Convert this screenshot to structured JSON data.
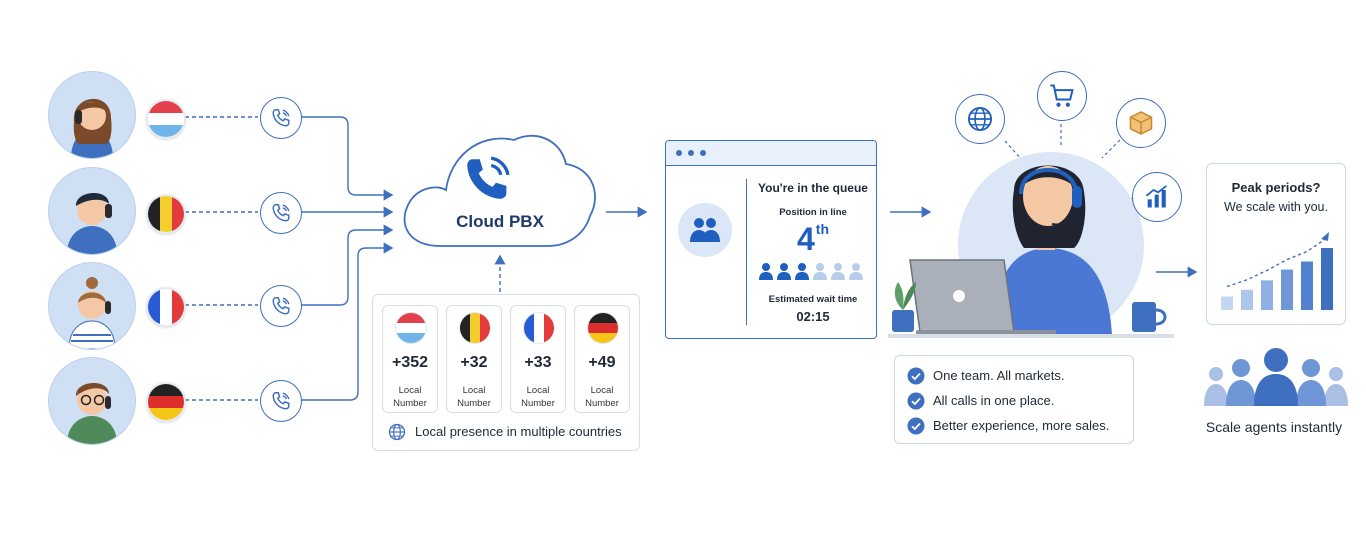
{
  "callers": [
    {
      "flag": "luxembourg",
      "colors": [
        "#e2404a",
        "#ffffff",
        "#6fb5ea"
      ]
    },
    {
      "flag": "belgium",
      "colors": [
        "#222222",
        "#f5cd2d",
        "#e33b3b"
      ]
    },
    {
      "flag": "france",
      "colors": [
        "#2a5bd7",
        "#ffffff",
        "#e33b3b"
      ]
    },
    {
      "flag": "germany",
      "colors": [
        "#222222",
        "#dd2e2e",
        "#f5c518"
      ]
    }
  ],
  "cloud": {
    "label": "Cloud PBX",
    "icon": "phone-ringing-icon"
  },
  "local_numbers": {
    "cards": [
      {
        "code": "+352",
        "label_line1": "Local",
        "label_line2": "Number",
        "flag": "luxembourg"
      },
      {
        "code": "+32",
        "label_line1": "Local",
        "label_line2": "Number",
        "flag": "belgium"
      },
      {
        "code": "+33",
        "label_line1": "Local",
        "label_line2": "Number",
        "flag": "france"
      },
      {
        "code": "+49",
        "label_line1": "Local",
        "label_line2": "Number",
        "flag": "germany"
      }
    ],
    "presence_text": "Local presence in multiple countries"
  },
  "queue": {
    "title": "You're in the queue",
    "position_label": "Position in line",
    "position_value": "4",
    "position_suffix": "th",
    "people_total": 6,
    "people_ahead": 3,
    "wait_label": "Estimated wait time",
    "wait_value": "02:15"
  },
  "agent": {
    "features": [
      "globe-icon",
      "shopping-cart-icon",
      "package-icon",
      "bar-chart-icon"
    ],
    "checklist": [
      "One team. All markets.",
      "All calls in one place.",
      "Better experience, more sales."
    ]
  },
  "scaling": {
    "title": "Peak periods?",
    "subtitle": "We scale with you.",
    "bars": [
      1,
      1.5,
      2.2,
      3,
      3.6,
      4.6
    ],
    "label": "Scale agents instantly"
  },
  "colors": {
    "primary": "#3f6fbf",
    "dark_blue": "#1f5fbf",
    "light_blue": "#dbe7f7"
  }
}
